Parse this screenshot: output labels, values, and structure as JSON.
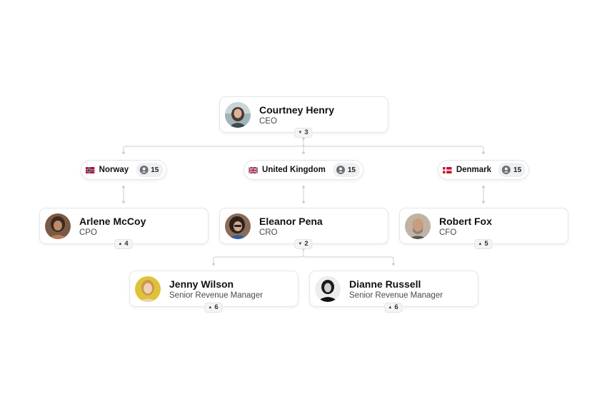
{
  "nodes": {
    "ceo": {
      "name": "Courtney Henry",
      "role": "CEO",
      "count": "3",
      "caret": "▼"
    },
    "cpo": {
      "name": "Arlene McCoy",
      "role": "CPO",
      "count": "4",
      "caret": "▲"
    },
    "cro": {
      "name": "Eleanor Pena",
      "role": "CRO",
      "count": "2",
      "caret": "▼"
    },
    "cfo": {
      "name": "Robert Fox",
      "role": "CFO",
      "count": "5",
      "caret": "▲"
    },
    "srm1": {
      "name": "Jenny Wilson",
      "role": "Senior Revenue Manager",
      "count": "6",
      "caret": "▲"
    },
    "srm2": {
      "name": "Dianne Russell",
      "role": "Senior Revenue Manager",
      "count": "6",
      "caret": "▲"
    }
  },
  "groups": {
    "norway": {
      "label": "Norway",
      "count": "15",
      "flag": "norway-flag-icon"
    },
    "uk": {
      "label": "United Kingdom",
      "count": "15",
      "flag": "uk-flag-icon"
    },
    "denmark": {
      "label": "Denmark",
      "count": "15",
      "flag": "denmark-flag-icon"
    }
  },
  "colors": {
    "connector": "#c9ccd1",
    "card_border": "#e3e5e8",
    "badge_bg": "#f3f4f5"
  }
}
